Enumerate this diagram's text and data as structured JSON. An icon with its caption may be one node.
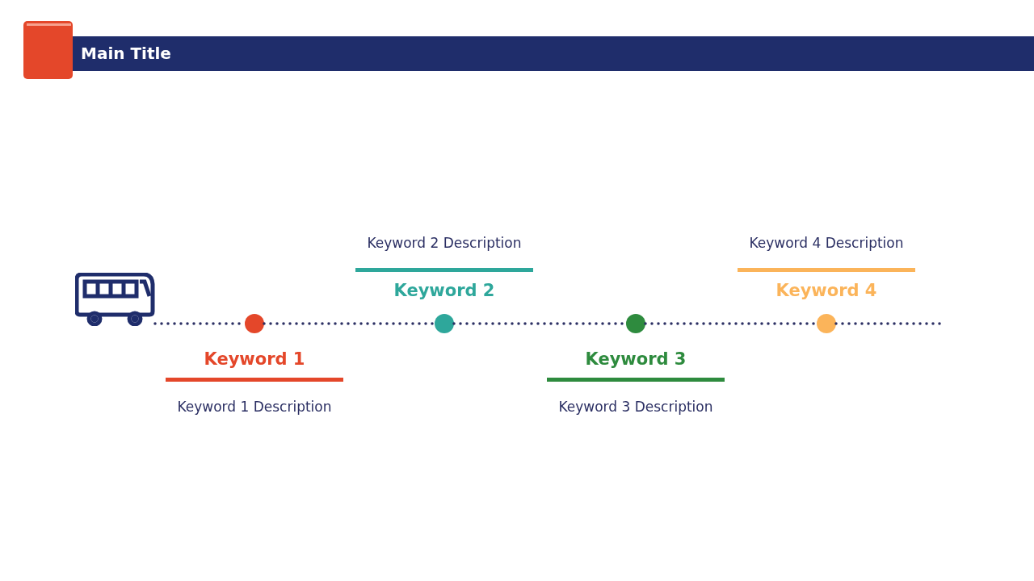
{
  "diagram": {
    "title": "Main Title",
    "nodes": [
      {
        "text": [],
        "shape": "picture"
      },
      {
        "text": [],
        "shape": "circle",
        "beside": [
          "Keyword 1",
          "Keyword 1 Description"
        ]
      },
      {
        "text": [],
        "shape": "circle",
        "beside": [
          "Keyword 2",
          "Keyword 2 Description"
        ]
      },
      {
        "text": [],
        "shape": "circle",
        "beside": [
          "Keyword 3",
          "Keyword 3 Description"
        ]
      },
      {
        "text": [],
        "shape": "circle",
        "beside": [
          "Keyword 4",
          "Keyword 4 Description"
        ]
      }
    ],
    "edges": [
      {
        "from": 0,
        "to": 1,
        "arrow": "none",
        "style": "dashed"
      },
      {
        "from": 1,
        "to": 2,
        "arrow": "none",
        "style": "dashed"
      },
      {
        "from": 2,
        "to": 3,
        "arrow": "none",
        "style": "dashed"
      },
      {
        "from": 3,
        "to": 4,
        "arrow": "none",
        "style": "dashed"
      },
      {
        "from": 4,
        "to": null,
        "arrow": "none",
        "style": "dashed"
      }
    ]
  }
}
